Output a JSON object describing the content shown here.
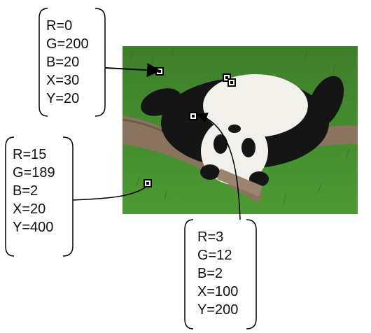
{
  "callouts": [
    {
      "id": "callout-top",
      "lines": [
        "R=0",
        "G=200",
        "B=20",
        "X=30",
        "Y=20"
      ]
    },
    {
      "id": "callout-left",
      "lines": [
        "R=15",
        "G=189",
        "B=2",
        "X=20",
        "Y=400"
      ]
    },
    {
      "id": "callout-bottom",
      "lines": [
        "R=3",
        "G=12",
        "B=2",
        "X=100",
        "Y=200"
      ]
    }
  ],
  "colors": {
    "grass": "#3f8a2a",
    "grass_dark": "#2e6e1f",
    "panda_black": "#151515",
    "panda_white": "#f2f0ea",
    "branch": "#8a7460",
    "line": "#000000"
  },
  "image_subject_icon": "panda-on-branch-photo"
}
